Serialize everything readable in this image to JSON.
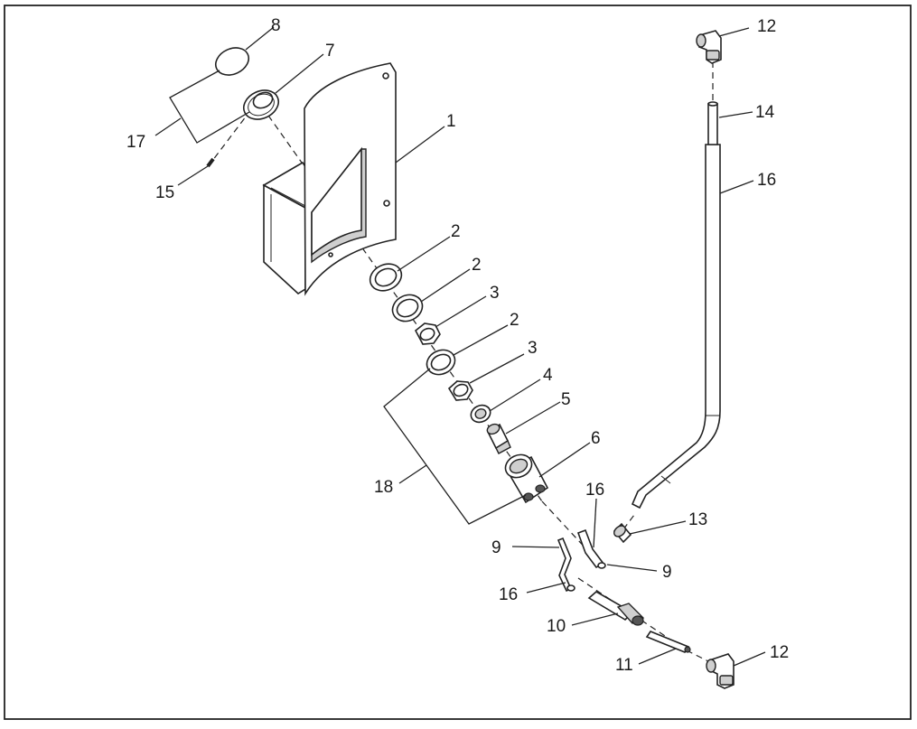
{
  "callouts": {
    "c1": "1",
    "c2a": "2",
    "c2b": "2",
    "c2c": "2",
    "c3a": "3",
    "c3b": "3",
    "c4": "4",
    "c5": "5",
    "c6": "6",
    "c7": "7",
    "c8": "8",
    "c9a": "9",
    "c9b": "9",
    "c10": "10",
    "c11": "11",
    "c12a": "12",
    "c12b": "12",
    "c13": "13",
    "c14": "14",
    "c15": "15",
    "c16a": "16",
    "c16b": "16",
    "c16c": "16",
    "c17": "17",
    "c18": "18"
  }
}
